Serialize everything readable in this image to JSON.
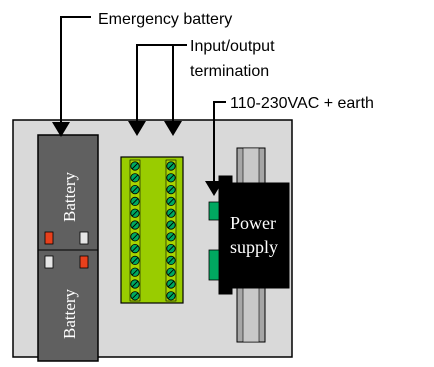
{
  "labels": {
    "emergency_battery": "Emergency battery",
    "io_termination_line1": "Input/output",
    "io_termination_line2": "termination",
    "power_input": "110-230VAC + earth"
  },
  "battery": {
    "top_label": "Battery",
    "bottom_label": "Battery"
  },
  "power_supply": {
    "line1": "Power",
    "line2": "supply"
  },
  "colors": {
    "enclosure": "#d9d9d9",
    "battery_body": "#606060",
    "battery_indicator_red": "#e8401c",
    "battery_indicator_white": "#e6e6e6",
    "terminal_block": "#99cc00",
    "terminal_screw": "#00a860",
    "din_rail": "#a6a6a6",
    "power_supply_body": "#000000",
    "power_connector": "#00a860"
  }
}
